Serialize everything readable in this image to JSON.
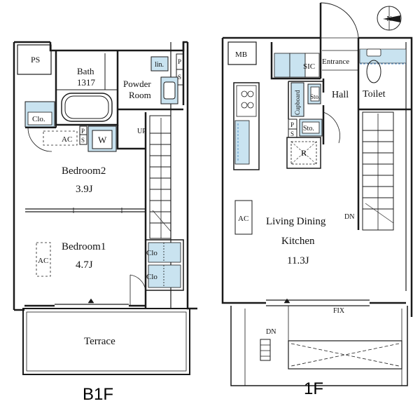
{
  "floors": [
    {
      "name": "B1F"
    },
    {
      "name": "1F"
    }
  ],
  "rooms_b1f": {
    "ps": "PS",
    "bath_name": "Bath",
    "bath_size": "1317",
    "inlet": "lin.",
    "powder_room_line1": "Powder",
    "powder_room_line2": "Room",
    "ps_small_1": "P",
    "ps_small_2": "S",
    "closet_top": "Clo.",
    "ac_top": "AC",
    "ps_b1": "P",
    "ps_b2": "S",
    "washer": "W",
    "up": "UP",
    "bedroom2_name": "Bedroom2",
    "bedroom2_size": "3.9J",
    "bedroom1_name": "Bedroom1",
    "bedroom1_size": "4.7J",
    "ac_bed1": "AC",
    "clo_a": "Clo",
    "clo_b": "Clo",
    "terrace": "Terrace"
  },
  "rooms_1f": {
    "mb": "MB",
    "sic": "SIC",
    "entrance": "Entrance",
    "toilet": "Toilet",
    "hall": "Hall",
    "sto1": "Sto.",
    "cupboard": "Cupboard",
    "ps1": "P",
    "ps2": "S",
    "sto2": "Sto.",
    "refrigerator": "R",
    "ac": "AC",
    "dn_stairs": "DN",
    "ldk_line1": "Living Dining",
    "ldk_line2": "Kitchen",
    "ldk_size": "11.3J",
    "fix": "FIX",
    "dn_balcony": "DN"
  },
  "compass": {
    "label": "N"
  },
  "colors": {
    "fixture_blue": "#c9e3f0",
    "wall": "#1a1a1a",
    "dash_blue": "#3a7fc0"
  }
}
